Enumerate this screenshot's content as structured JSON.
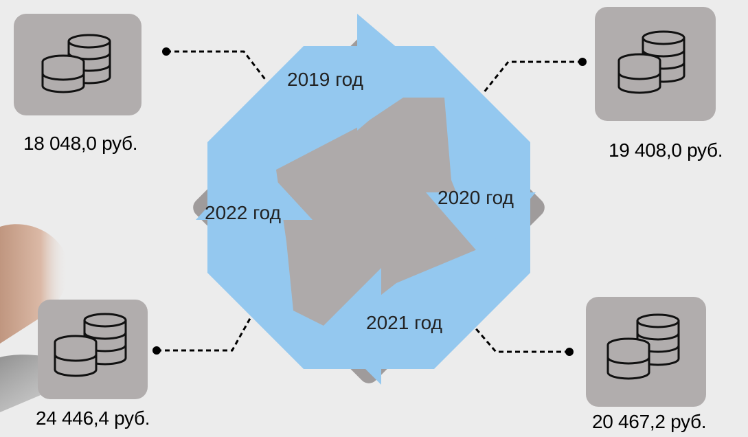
{
  "periods": [
    {
      "year_label": "2019 год",
      "amount": "18 048,0 руб."
    },
    {
      "year_label": "2020 год",
      "amount": "19 408,0 руб."
    },
    {
      "year_label": "2021 год",
      "amount": "20 467,2 руб."
    },
    {
      "year_label": "2022 год",
      "amount": "24 446,4 руб."
    }
  ],
  "icons": [
    "coins-stack-icon"
  ],
  "colors": {
    "background": "#ececec",
    "box_gray": "#b1adad",
    "arrow_light_blue": "#94c8ef",
    "arrow_dark_blue": "#5ba8e3",
    "center_gray": "#aeaaaa",
    "connector": "#000000"
  }
}
